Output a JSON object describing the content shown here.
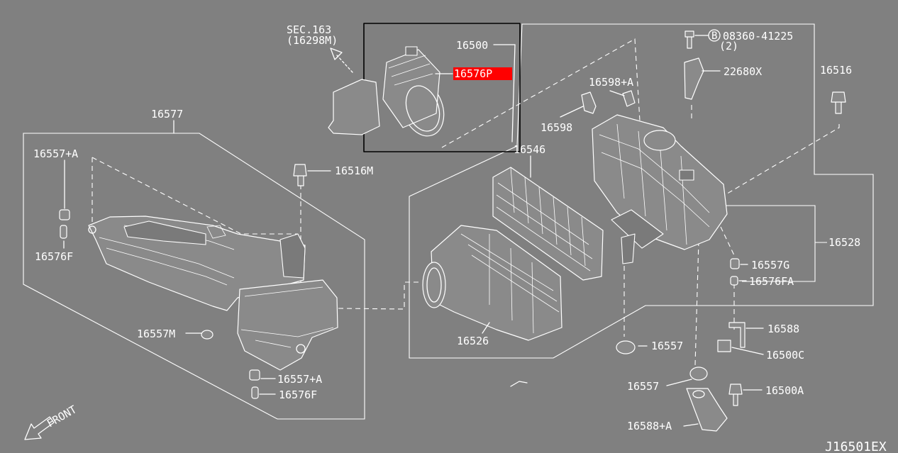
{
  "diagram": {
    "reference_code": "J16501EX",
    "front_label": "FRONT",
    "sec_ref": {
      "line1": "SEC.163",
      "line2": "(16298M)"
    },
    "highlight_color": "#ff0000",
    "background_color": "#808080",
    "callouts": {
      "p16500": "16500",
      "p16576P": "16576P",
      "p16577": "16577",
      "p16557A_top": "16557+A",
      "p16576F_top": "16576F",
      "p16557M": "16557M",
      "p16557A_bottom": "16557+A",
      "p16576F_bottom": "16576F",
      "p16516M": "16516M",
      "p16546": "16546",
      "p16526": "16526",
      "p16598A": "16598+A",
      "p16598": "16598",
      "p08360": "08360-41225",
      "p08360_qty": "(2)",
      "p08360_marker": "B",
      "p22680X": "22680X",
      "p16516": "16516",
      "p16528": "16528",
      "p16557G": "16557G",
      "p16576FA": "16576FA",
      "p16588": "16588",
      "p16500C": "16500C",
      "p16557_a": "16557",
      "p16557_b": "16557",
      "p16500A": "16500A",
      "p16588A": "16588+A"
    }
  }
}
